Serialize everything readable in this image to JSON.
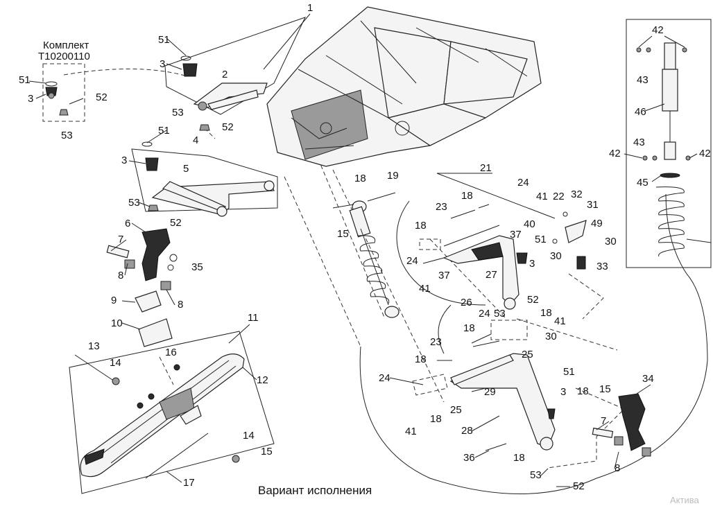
{
  "kit": {
    "title": "Комплект",
    "code": "T10200110"
  },
  "caption": "Вариант исполнения",
  "watermark": "Актива",
  "callouts": {
    "c1": "1",
    "c2": "2",
    "c3a": "3",
    "c3b": "3",
    "c3c": "3",
    "c3d": "3",
    "c3e": "3",
    "c4": "4",
    "c5": "5",
    "c6": "6",
    "c7a": "7",
    "c7b": "7",
    "c8a": "8",
    "c8b": "8",
    "c8c": "8",
    "c9": "9",
    "c10": "10",
    "c11": "11",
    "c12": "12",
    "c13": "13",
    "c14a": "14",
    "c14b": "14",
    "c15a": "15",
    "c15b": "15",
    "c15c": "15",
    "c16": "16",
    "c17": "17",
    "c18a": "18",
    "c18b": "18",
    "c18c": "18",
    "c18d": "18",
    "c18e": "18",
    "c18f": "18",
    "c18g": "18",
    "c18h": "18",
    "c18i": "18",
    "c19": "19",
    "c21": "21",
    "c22": "22",
    "c23a": "23",
    "c23b": "23",
    "c24a": "24",
    "c24b": "24",
    "c24c": "24",
    "c24d": "24",
    "c25a": "25",
    "c25b": "25",
    "c26": "26",
    "c27": "27",
    "c28": "28",
    "c29": "29",
    "c30a": "30",
    "c30b": "30",
    "c30c": "30",
    "c31": "31",
    "c32": "32",
    "c33": "33",
    "c34": "34",
    "c35": "35",
    "c36": "36",
    "c37a": "37",
    "c37b": "37",
    "c40": "40",
    "c41a": "41",
    "c41b": "41",
    "c41c": "41",
    "c41d": "41",
    "c42a": "42",
    "c42b": "42",
    "c42c": "42",
    "c43a": "43",
    "c43b": "43",
    "c45": "45",
    "c46": "46",
    "c49": "49",
    "c51a": "51",
    "c51b": "51",
    "c51c": "51",
    "c51d": "51",
    "c51e": "51",
    "c52a": "52",
    "c52b": "52",
    "c52c": "52",
    "c52d": "52",
    "c52e": "52",
    "c53a": "53",
    "c53b": "53",
    "c53c": "53",
    "c53d": "53",
    "c53e": "53"
  }
}
